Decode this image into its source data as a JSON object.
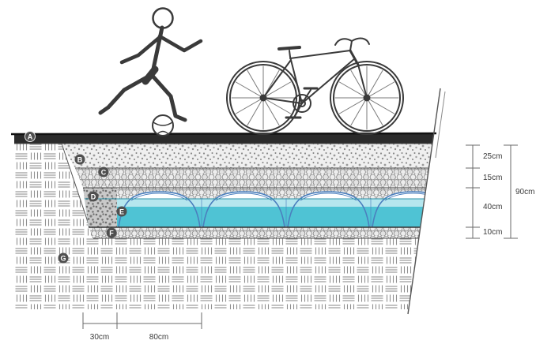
{
  "diagram": {
    "layer_labels": [
      "A",
      "B",
      "C",
      "D",
      "E",
      "F",
      "G"
    ],
    "dimensions": {
      "layer_b": "25cm",
      "layer_c": "15cm",
      "layer_d": "40cm",
      "layer_f": "10cm",
      "total_depth": "90cm",
      "module_offset": "30cm",
      "module_width": "80cm"
    },
    "colors": {
      "water": "#4fc3d4",
      "water_light": "#b5e6ee",
      "waterline": "#2f93a8",
      "unit_outline": "#4b7fbe",
      "label_circle": "#4f4f4f",
      "surface": "#2b2b2b",
      "line": "#3a3a3a"
    }
  }
}
